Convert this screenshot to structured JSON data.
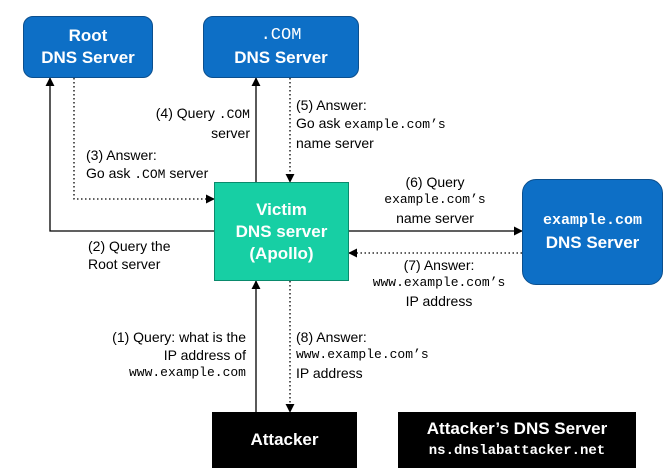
{
  "nodes": {
    "root": {
      "line1": "Root",
      "line2": "DNS Server"
    },
    "com": {
      "line1": ".COM",
      "line2": "DNS Server"
    },
    "victim": {
      "line1": "Victim",
      "line2": "DNS server",
      "line3": "(Apollo)"
    },
    "example": {
      "line1": "example.com",
      "line2": "DNS Server"
    },
    "attacker": {
      "line1": "Attacker"
    },
    "attacker_dns": {
      "line1": "Attacker’s DNS Server",
      "line2": "ns.dnslabattacker.net"
    }
  },
  "labels": {
    "step1": {
      "l1": "(1) Query: what is the",
      "l2": "IP address of",
      "l3": "www.example.com"
    },
    "step2": {
      "l1": "(2) Query the",
      "l2": "Root server"
    },
    "step3": {
      "l1": "(3) Answer:",
      "l2a": "Go ask ",
      "l2b": ".COM",
      "l2c": " server"
    },
    "step4": {
      "l1a": "(4) Query ",
      "l1b": ".COM",
      "l2": "server"
    },
    "step5": {
      "l1": "(5) Answer:",
      "l2a": "Go ask ",
      "l2b": "example.com’s",
      "l3": "name server"
    },
    "step6": {
      "l1": "(6) Query",
      "l2": "example.com’s",
      "l3": "name server"
    },
    "step7": {
      "l1": "(7) Answer:",
      "l2": "www.example.com’s",
      "l3": "IP address"
    },
    "step8": {
      "l1": "(8) Answer:",
      "l2": "www.example.com’s",
      "l3": "IP address"
    }
  }
}
